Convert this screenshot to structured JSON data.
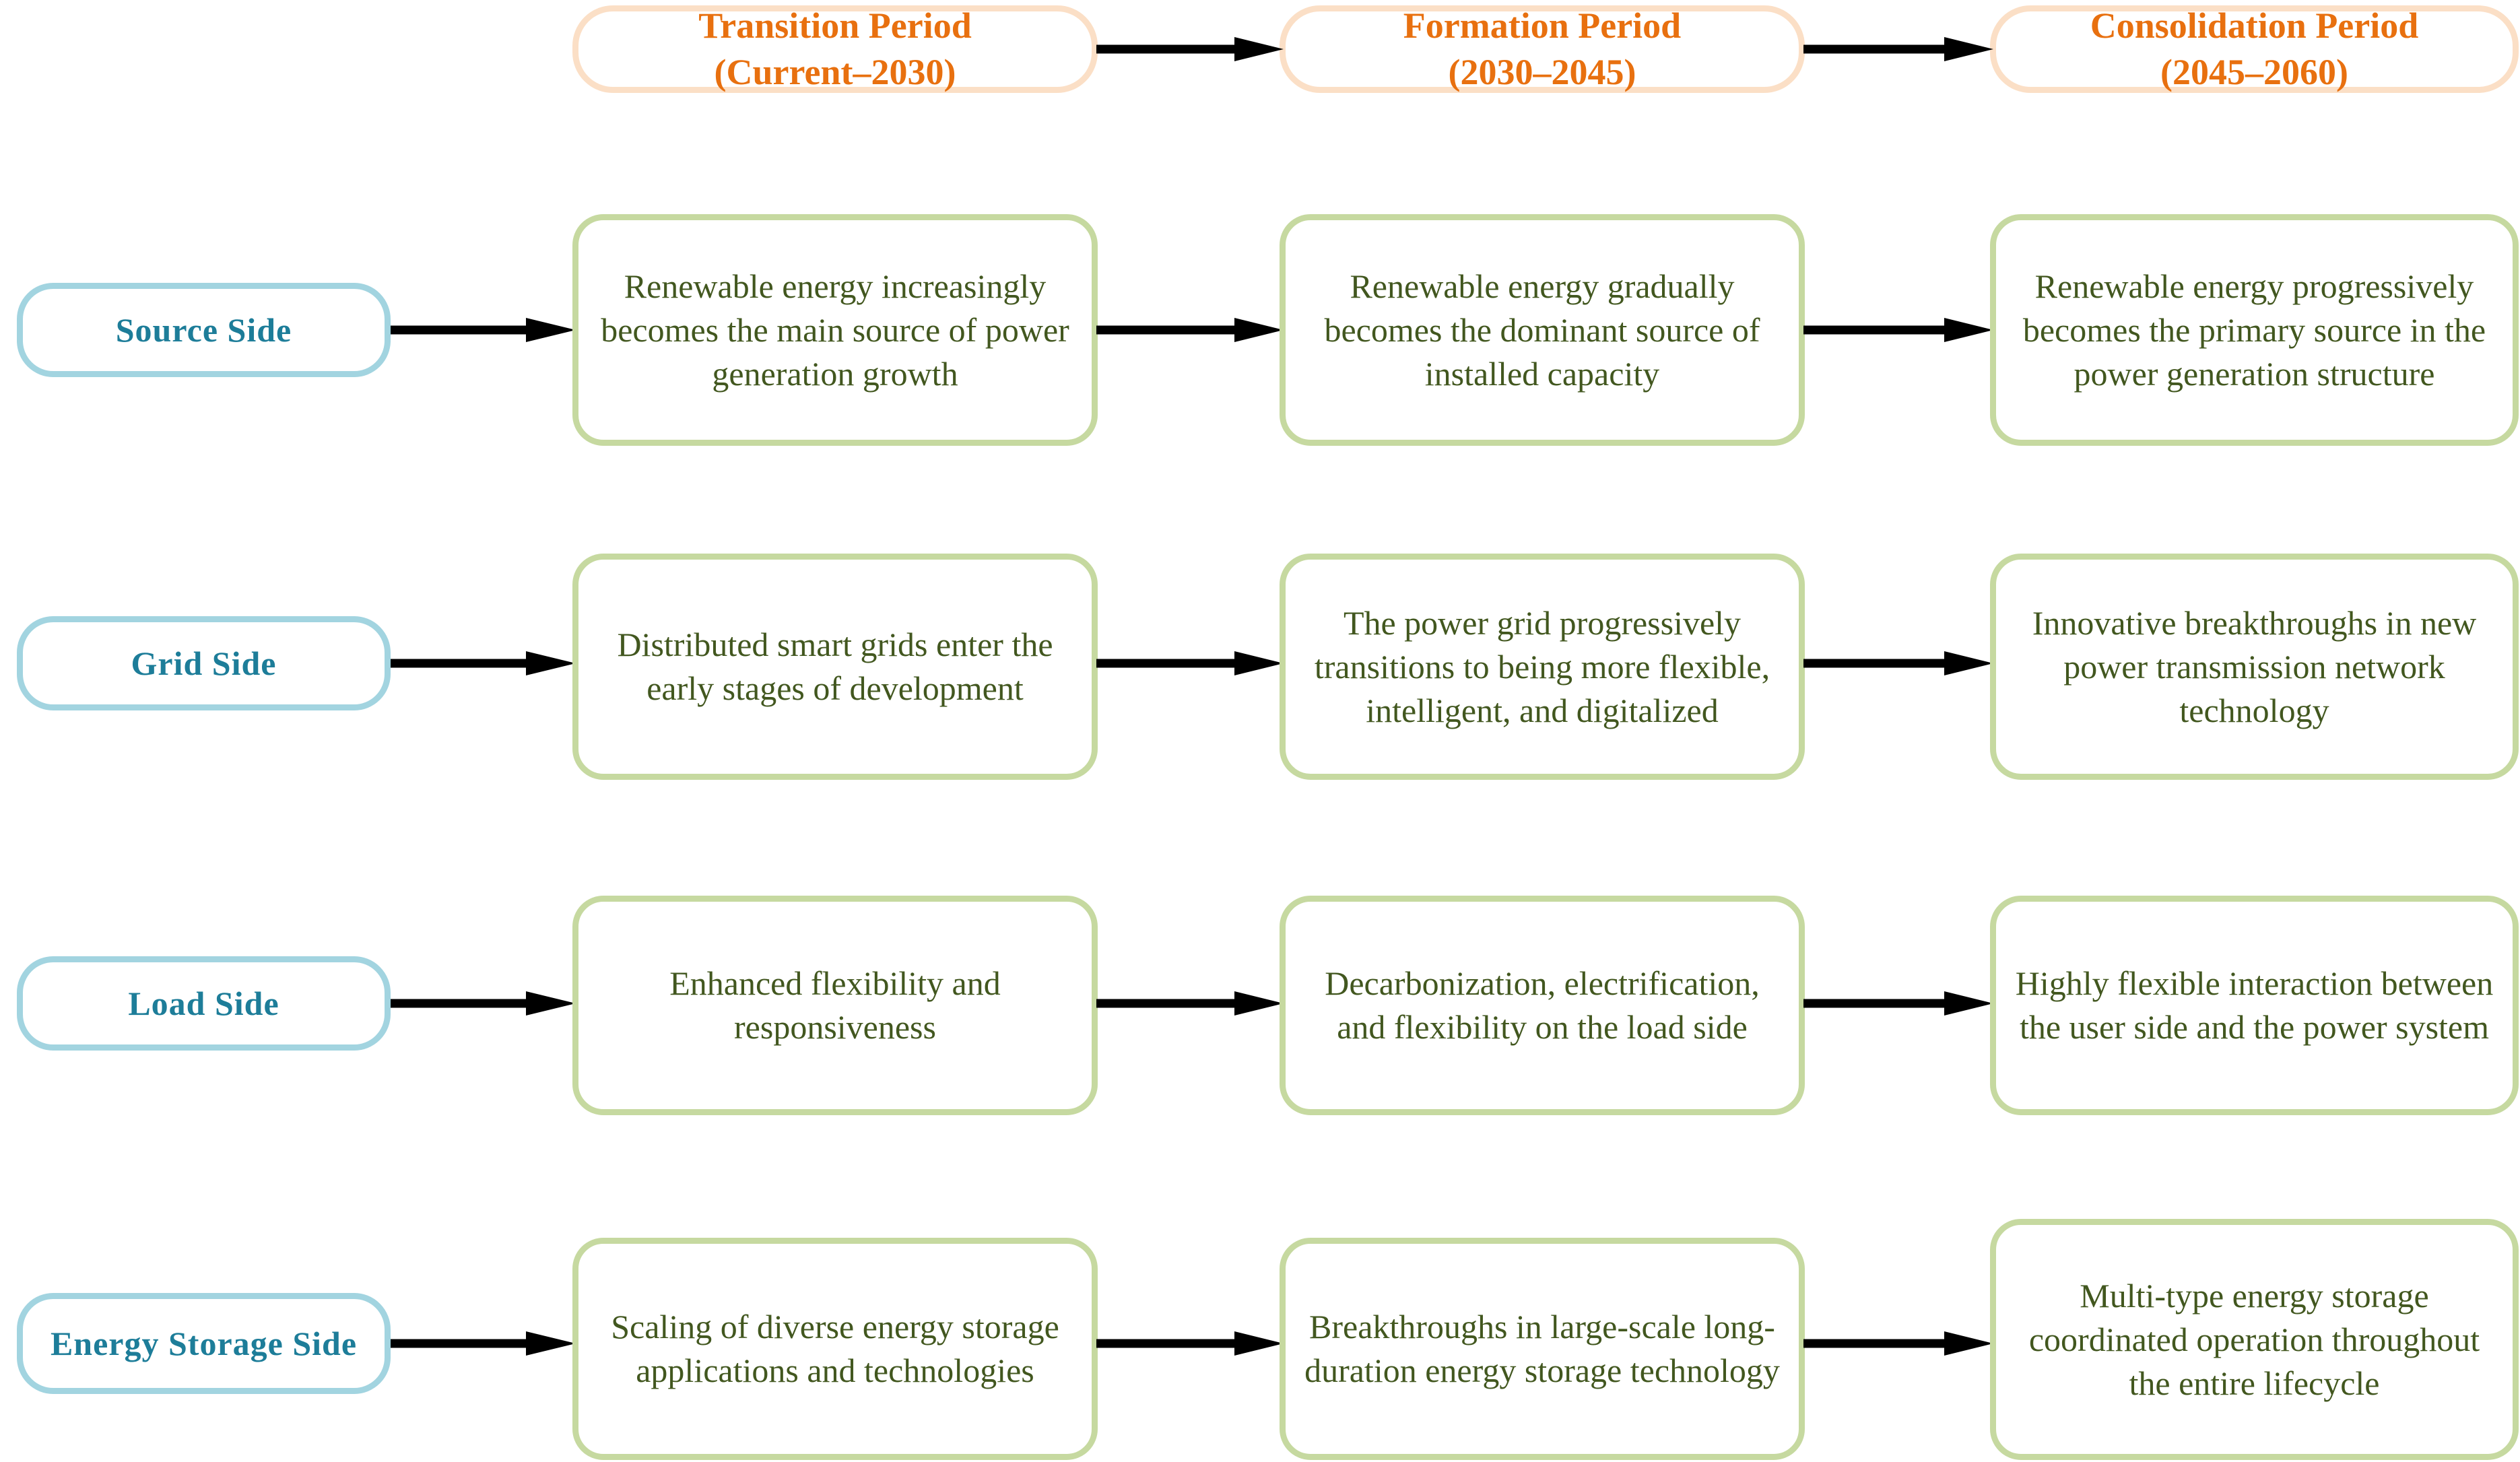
{
  "colors": {
    "period_border": "#fbdfc6",
    "period_text": "#e8700f",
    "side_border": "#a2d4e0",
    "side_text": "#1d7d99",
    "content_border": "#c6d9a0",
    "content_text": "#42571f",
    "arrow": "#000000",
    "background": "#ffffff"
  },
  "periods": [
    {
      "name": "Transition Period",
      "span": "(Current–2030)"
    },
    {
      "name": "Formation Period",
      "span": "(2030–2045)"
    },
    {
      "name": "Consolidation Period",
      "span": "(2045–2060)"
    }
  ],
  "sides": [
    {
      "label": "Source Side"
    },
    {
      "label": "Grid Side"
    },
    {
      "label": "Load Side"
    },
    {
      "label": "Energy Storage Side"
    }
  ],
  "matrix": [
    [
      "Renewable energy increasingly becomes the main source of power generation growth",
      "Renewable energy gradually becomes the dominant source of installed capacity",
      "Renewable energy progressively becomes the primary source in the power generation structure"
    ],
    [
      "Distributed smart grids enter the early stages of development",
      "The power grid progressively transitions to being more flexible, intelligent, and digitalized",
      "Innovative breakthroughs in new power transmission network technology"
    ],
    [
      "Enhanced flexibility and responsiveness",
      "Decarbonization, electrification, and flexibility on the load side",
      "Highly flexible interaction between the user side and the power system"
    ],
    [
      "Scaling of diverse energy storage applications and technologies",
      "Breakthroughs in large-scale long-duration energy storage technology",
      "Multi-type energy storage coordinated operation throughout the entire lifecycle"
    ]
  ],
  "icons": {
    "arrow": "arrow-right-icon"
  }
}
